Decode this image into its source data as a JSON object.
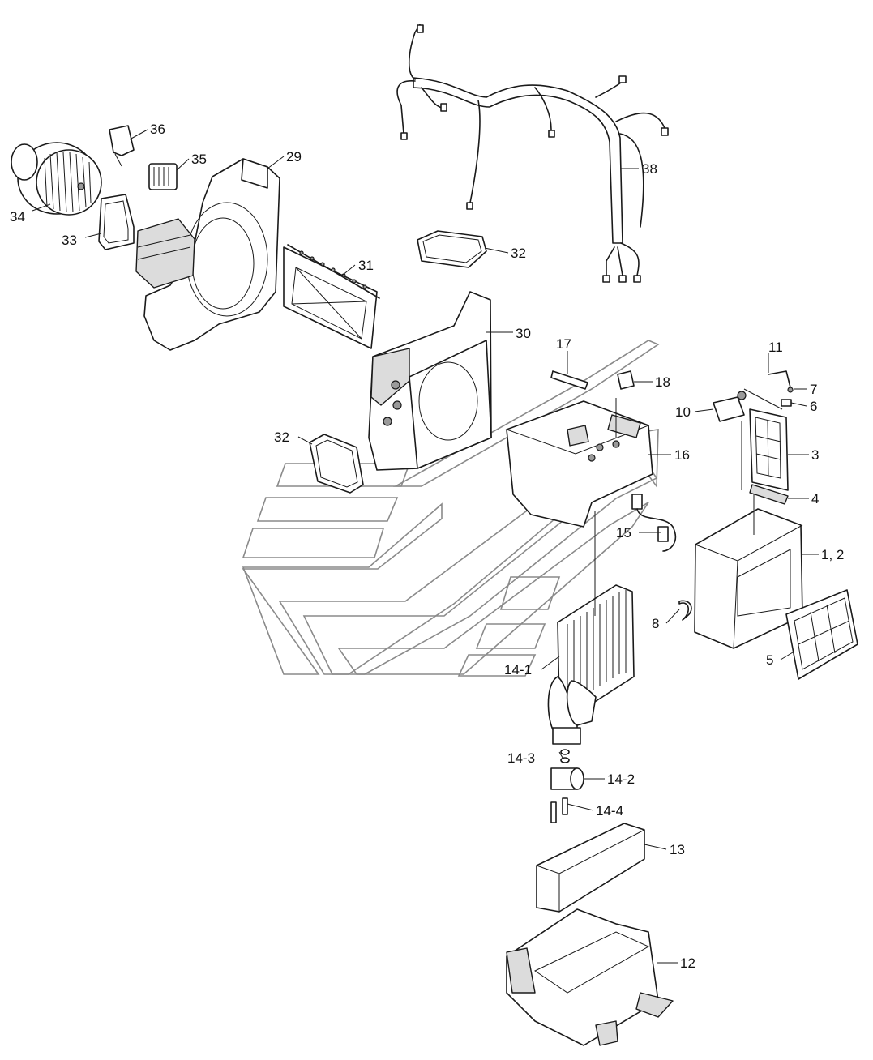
{
  "diagram": {
    "callouts": [
      {
        "id": "c34",
        "text": "34"
      },
      {
        "id": "c33",
        "text": "33"
      },
      {
        "id": "c36",
        "text": "36"
      },
      {
        "id": "c35",
        "text": "35"
      },
      {
        "id": "c29",
        "text": "29"
      },
      {
        "id": "c31",
        "text": "31"
      },
      {
        "id": "c32a",
        "text": "32"
      },
      {
        "id": "c38",
        "text": "38"
      },
      {
        "id": "c30",
        "text": "30"
      },
      {
        "id": "c32b",
        "text": "32"
      },
      {
        "id": "c17",
        "text": "17"
      },
      {
        "id": "c18",
        "text": "18"
      },
      {
        "id": "c16",
        "text": "16"
      },
      {
        "id": "c15",
        "text": "15"
      },
      {
        "id": "c11",
        "text": "11"
      },
      {
        "id": "c7",
        "text": "7"
      },
      {
        "id": "c6",
        "text": "6"
      },
      {
        "id": "c10",
        "text": "10"
      },
      {
        "id": "c3",
        "text": "3"
      },
      {
        "id": "c4",
        "text": "4"
      },
      {
        "id": "c12lbl",
        "text": "1, 2"
      },
      {
        "id": "c8",
        "text": "8"
      },
      {
        "id": "c5",
        "text": "5"
      },
      {
        "id": "c14_1",
        "text": "14-1"
      },
      {
        "id": "c14_3",
        "text": "14-3"
      },
      {
        "id": "c14_2",
        "text": "14-2"
      },
      {
        "id": "c14_4",
        "text": "14-4"
      },
      {
        "id": "c13",
        "text": "13"
      },
      {
        "id": "c12",
        "text": "12"
      }
    ]
  }
}
